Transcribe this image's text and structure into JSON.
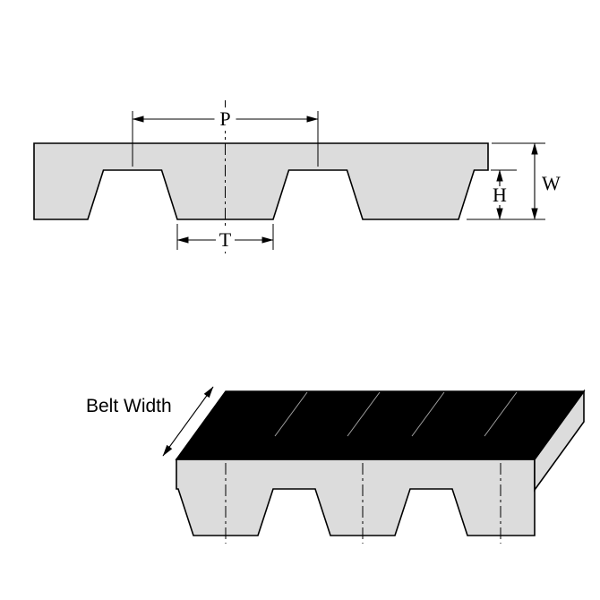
{
  "figure": {
    "labels": {
      "pitch": "P",
      "tooth_width": "T",
      "tooth_height": "H",
      "belt_thickness": "W",
      "belt_width": "Belt Width"
    },
    "colors": {
      "belt_fill": "#dcdcdc",
      "belt_top_face": "#000000",
      "line_color": "#000000",
      "background": "#ffffff"
    }
  }
}
